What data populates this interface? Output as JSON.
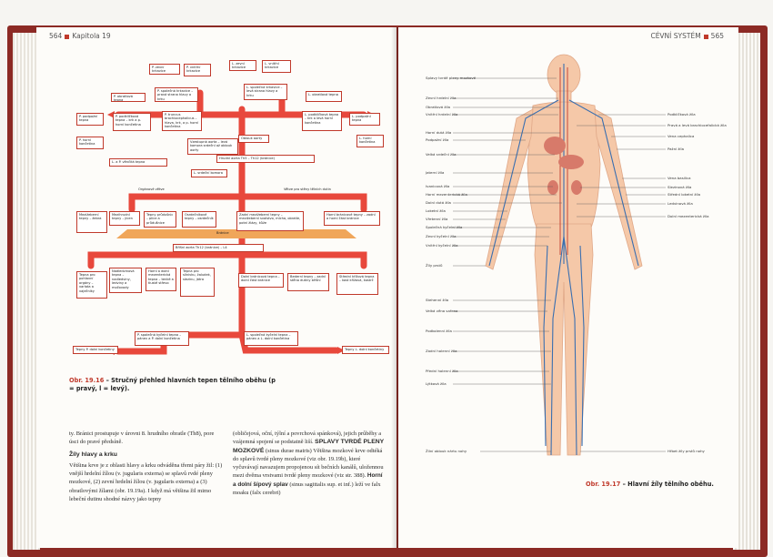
{
  "left_page": {
    "page_number": "564",
    "chapter": "Kapitola 19",
    "diagram_boxes": [
      "P. zevní krkavice",
      "P. vnitřní krkavice",
      "L. zevní krkavice",
      "L. vnitřní krkavice",
      "P. obratlová tepna",
      "P. společná krkavice – pravá strana hlavy a krku",
      "L. společná krkavice – levá strana hlavy a krku",
      "L. obratlová tepna",
      "P. podpažní tepna",
      "P. podklíčková tepna – krk a p. horní končetina",
      "P. truncus brachiocephalicus – hlava, krk, a p. horní končetina",
      "L. podklíčková tepna – krk a levá horní končetina",
      "L. podpažní tepna",
      "P. horní končetina",
      "L. horní končetina",
      "Vzestupná aorta – levá komora srdeční až oblouk aorty",
      "Oblouk aorty",
      "L. a P. věnčitá tepna",
      "Hrudní aorta Th5 – Th12 (bránice)",
      "L. srdeční komora",
      "Orgánové větve",
      "Větve pro stěny tělních dutin",
      "Mezižeberní tepny – žebra",
      "Mezihrudní tepny – jícen",
      "Tepny průdušnic – plíce a průdušnice",
      "Osrdečníkové tepny – osrdečník",
      "Zadní mezižeberní tepny – mezižeberní svalstvo, mícha, obratle, potní žlázy, kůže",
      "Horní bránicové tepny – zadní a horní část bránice",
      "Bránice",
      "Břišní aorta Th12 (bránice) – L4",
      "Tepna pro pohlavní orgány – varlata a vaječníky",
      "Nadledvinová tepna – nadledviny, ledviny a močovody",
      "Horní a dolní mezenterická tepna – tenké a tlusté střevo",
      "Tepna pro slinivku, žaludek, slezinu, játra",
      "Dolní bránicová tepna – dolní část bránice",
      "Bederní tepny – zadní stěna dutiny břišní",
      "Střední křížová tepna – kost křížová, kostrč",
      "P. společná kyčelní tepna – pánev a P. dolní končetina",
      "L. společná kyčelní tepna – pánev a L. dolní končetina",
      "Tepny P. dolní končetiny",
      "Tepny L. dolní končetiny"
    ],
    "caption_number": "Obr. 19.16",
    "caption_text": "– Stručný přehled hlavních tepen tělního oběhu (p = pravý, l = levý).",
    "col1_intro": "ty. Bránici prostupuje v úrovni 8. hrudního obratle (Th8), pore úsci do pravé předsíně.",
    "col1_heading": "Žíly hlavy a krku",
    "col1_body": "Většina krve je z oblasti hlavy a krku odváděna třemi páry žil: (1) vnější hrdelní žílou (v. jugularis externa) se splavů rvdé pleny mozkové, (2) zevní hrdelní žílou (v. jugularis externa) a (3) obratlovými žílami (obr. 19.19a). I když má většina žil mimo lebeční dutinu shodné názvy jako tepny",
    "col2_intro": "(obličejová, oční, týlní a povrchová spánková), jejich průběhy a vzájemná spojení se podstatně liší.",
    "col2_heading": "SPLAVY TVRDÉ PLENY MOZKOVÉ",
    "col2_body": "(sinus durae matris) Většina mozkové krve odtéká do splavů tvrdé pleny mozkové (viz obr. 19.19b), které vyčuvávají navazujem propojenou sít bečních kanálů, uložennou mezi dvěma vrstvami tvrdé pleny mozkové (viz str. 388).",
    "col2_bold": "Horní a dolní šípový splav",
    "col2_tail": "(sinus sagittalis sup. et inf.) leží ve falx moaku (falx cerebri)"
  },
  "right_page": {
    "running_head": "CÉVNÍ SYSTÉM",
    "page_number": "565",
    "labels_left": [
      "Splavy tvrdé pleny mozkové",
      "Zevní hrdelní žíla",
      "Obratlová žíla",
      "Vnitřní hrdelní žíla",
      "Horní dutá žíla",
      "Podpažní žíla",
      "Velká srdeční žíla",
      "Jaterní žíla",
      "Ivanicová žíla",
      "Horní mezenterická žíla",
      "Dolní dutá žíla",
      "Loketní žíla",
      "Vřetenní žíla",
      "Společná kyčelní žíla",
      "Zevní kyčelní žíla",
      "Vnitřní kyčelní žíla",
      "Žíly prstů",
      "Stehenní žíla",
      "Velká věna safena",
      "Podkolenní žíla",
      "Zadní holenní žíla",
      "Přední holenní žíla",
      "Lýtková žíla",
      "Žilní oblouk nártu nohy"
    ],
    "labels_right": [
      "Podklíčková žíla",
      "Pravá a levá brachiocefalická žíla",
      "Vena cephalica",
      "Pažní žíla",
      "Vena basilica",
      "Slezinová žíla",
      "Střední loketní žíla",
      "Ledvinová žíla",
      "Dolní mezenterická žíla",
      "Hřbet žíly prstů nohy"
    ],
    "caption_number": "Obr. 19.17",
    "caption_text": "– Hlavní žíly tělního oběhu."
  },
  "colors": {
    "accent": "#c0392b",
    "artery_arrow": "#e8483c",
    "diaphragm": "#f0a65a",
    "skin": "#f5c8a8",
    "vein": "#3a6fb0"
  }
}
